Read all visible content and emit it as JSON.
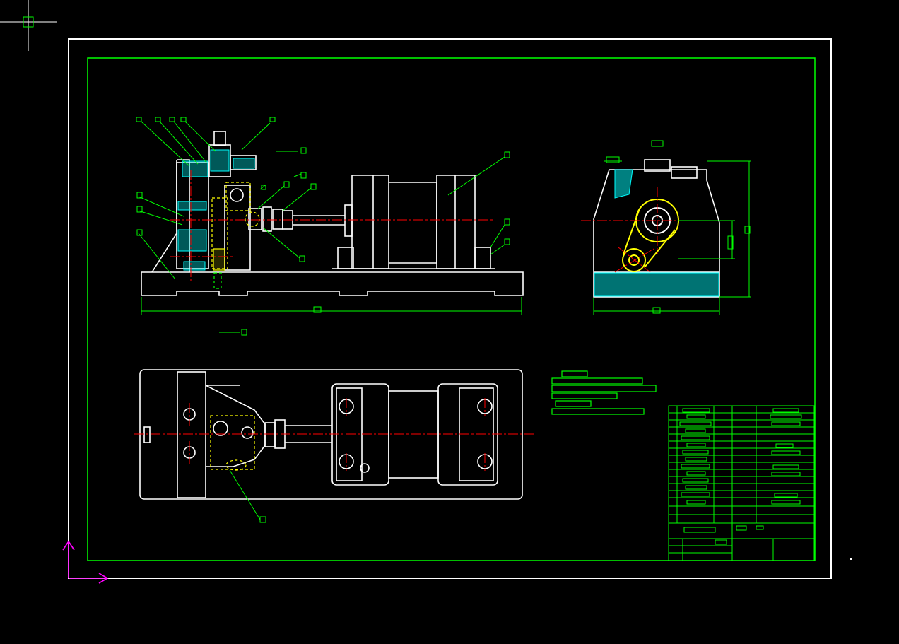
{
  "app": {
    "view": "model-space",
    "background": "#000000"
  },
  "colors": {
    "border": "#ffffff",
    "frame": "#00ff00",
    "centerline": "#ff0000",
    "hidden": "#ffff00",
    "hatch": "#00ffff",
    "ucs": "#ff00ff",
    "cursor": "#ffffff"
  },
  "icons": {
    "cursor": "crosshair-pickbox-icon",
    "ucs": "ucs-axis-icon"
  },
  "drawing": {
    "views": [
      "front-view",
      "side-view",
      "top-view"
    ],
    "balloon_count": 16,
    "title_block_rows": 14
  }
}
